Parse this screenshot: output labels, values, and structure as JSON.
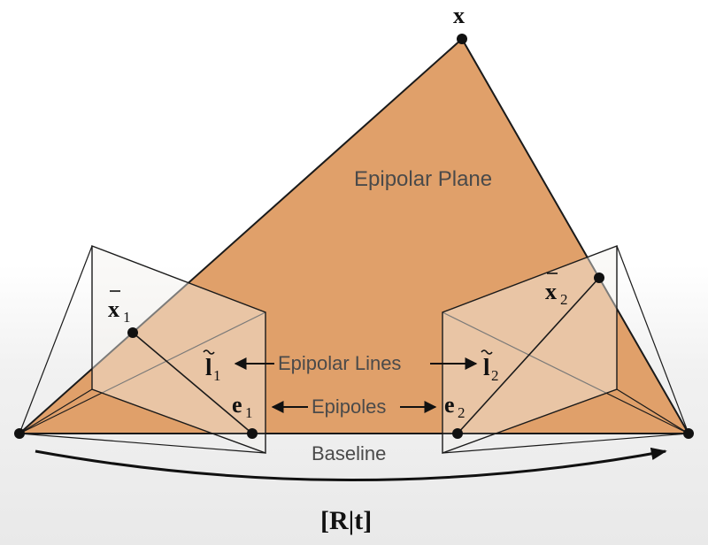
{
  "labels": {
    "X": "x",
    "epipolar_plane": "Epipolar Plane",
    "x1": "x",
    "x1_sub": "1",
    "x2": "x",
    "x2_sub": "2",
    "l1": "l",
    "l1_sub": "1",
    "l2": "l",
    "l2_sub": "2",
    "e1": "e",
    "e1_sub": "1",
    "e2": "e",
    "e2_sub": "2",
    "epipolar_lines": "Epipolar Lines",
    "epipoles": "Epipoles",
    "baseline": "Baseline",
    "transform": "[R|t]"
  },
  "colors": {
    "plane": "#E0A06A",
    "image_plane": "#F4F1EE",
    "stroke": "#1A1A1A",
    "text": "#4A4A4A"
  }
}
